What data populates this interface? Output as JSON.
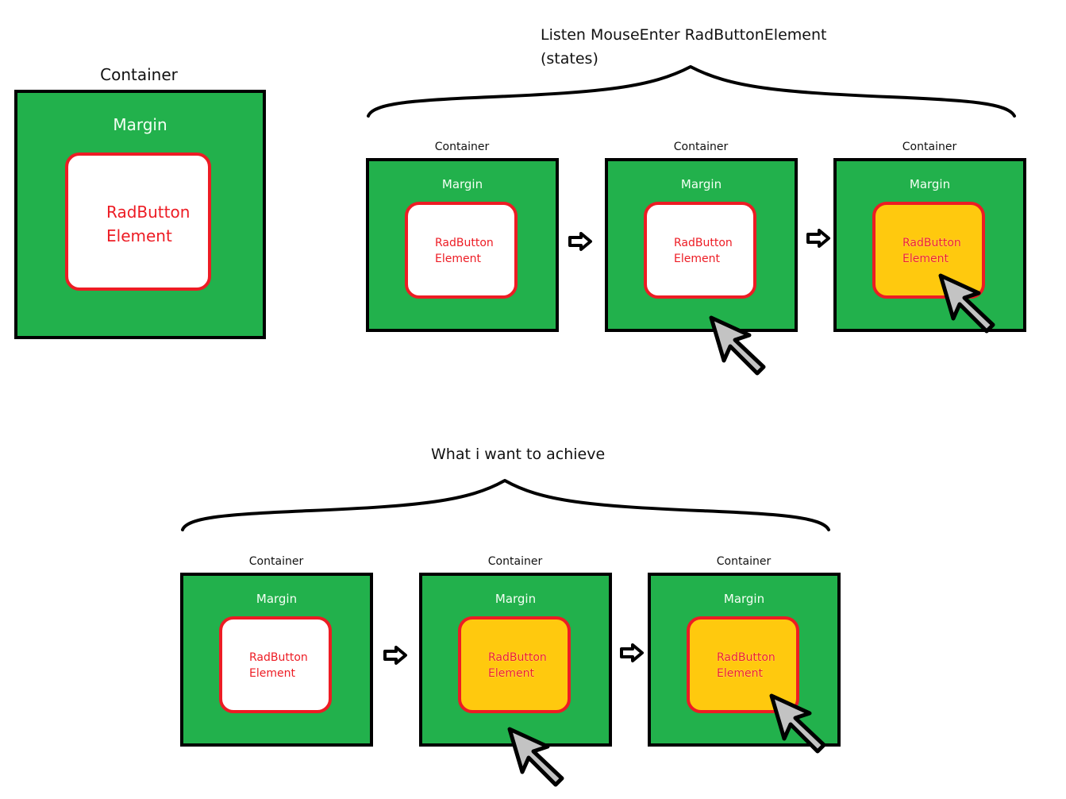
{
  "reference": {
    "container_label": "Container",
    "margin_label": "Margin",
    "button_label_line1": "RadButton",
    "button_label_line2": "Element"
  },
  "current_behavior": {
    "title_line1": "Listen MouseEnter RadButtonElement",
    "title_line2": "(states)",
    "states": [
      {
        "container_label": "Container",
        "margin_label": "Margin",
        "button_line1": "RadButton",
        "button_line2": "Element",
        "button_state": "normal",
        "cursor": "none"
      },
      {
        "container_label": "Container",
        "margin_label": "Margin",
        "button_line1": "RadButton",
        "button_line2": "Element",
        "button_state": "normal",
        "cursor": "over-margin"
      },
      {
        "container_label": "Container",
        "margin_label": "Margin",
        "button_line1": "RadButton",
        "button_line2": "Element",
        "button_state": "hover",
        "cursor": "over-button"
      }
    ]
  },
  "desired_behavior": {
    "title": "What i want to achieve",
    "states": [
      {
        "container_label": "Container",
        "margin_label": "Margin",
        "button_line1": "RadButton",
        "button_line2": "Element",
        "button_state": "normal",
        "cursor": "none"
      },
      {
        "container_label": "Container",
        "margin_label": "Margin",
        "button_line1": "RadButton",
        "button_line2": "Element",
        "button_state": "hover",
        "cursor": "over-margin"
      },
      {
        "container_label": "Container",
        "margin_label": "Margin",
        "button_line1": "RadButton",
        "button_line2": "Element",
        "button_state": "hover",
        "cursor": "over-button"
      }
    ]
  },
  "colors": {
    "margin_green": "#22b14c",
    "button_border_red": "#ed1c24",
    "button_normal_fill": "#ffffff",
    "button_hover_fill": "#ffc90e",
    "cursor_fill": "#c3c3c3",
    "outline_black": "#000000"
  }
}
